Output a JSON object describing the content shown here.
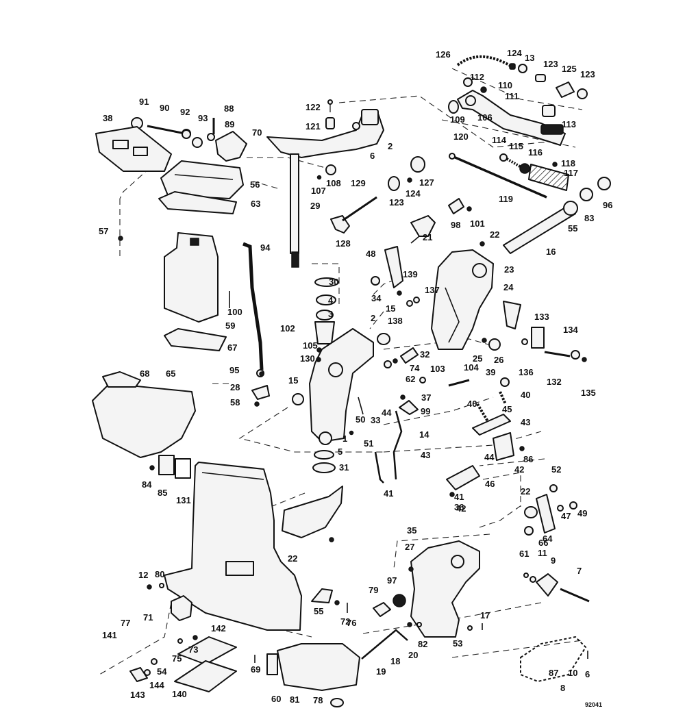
{
  "drawing": {
    "code": "92041",
    "callouts": [
      "126",
      "124",
      "13",
      "123",
      "125",
      "123",
      "112",
      "110",
      "111",
      "109",
      "106",
      "113",
      "122",
      "121",
      "6",
      "2",
      "91",
      "90",
      "92",
      "93",
      "88",
      "89",
      "38",
      "70",
      "56",
      "63",
      "107",
      "108",
      "129",
      "123",
      "124",
      "127",
      "120",
      "114",
      "115",
      "116",
      "118",
      "117",
      "96",
      "119",
      "29",
      "128",
      "98",
      "101",
      "83",
      "55",
      "21",
      "22",
      "57",
      "94",
      "48",
      "16",
      "30",
      "4",
      "3",
      "34",
      "139",
      "137",
      "23",
      "24",
      "15",
      "138",
      "102",
      "2",
      "105",
      "130",
      "100",
      "59",
      "67",
      "74",
      "62",
      "32",
      "25",
      "26",
      "133",
      "134",
      "136",
      "132",
      "135",
      "103",
      "104",
      "39",
      "68",
      "65",
      "95",
      "28",
      "15",
      "58",
      "37",
      "99",
      "40",
      "40",
      "45",
      "43",
      "33",
      "44",
      "50",
      "14",
      "51",
      "1",
      "5",
      "31",
      "43",
      "44",
      "46",
      "41",
      "42",
      "86",
      "84",
      "85",
      "131",
      "41",
      "42",
      "36",
      "52",
      "22",
      "49",
      "47",
      "64",
      "66",
      "35",
      "27",
      "22",
      "61",
      "11",
      "9",
      "7",
      "12",
      "80",
      "79",
      "97",
      "55",
      "71",
      "72",
      "76",
      "77",
      "141",
      "142",
      "73",
      "75",
      "69",
      "82",
      "20",
      "18",
      "19",
      "17",
      "53",
      "54",
      "144",
      "143",
      "140",
      "60",
      "81",
      "78",
      "87",
      "10",
      "6",
      "8",
      "11"
    ]
  }
}
